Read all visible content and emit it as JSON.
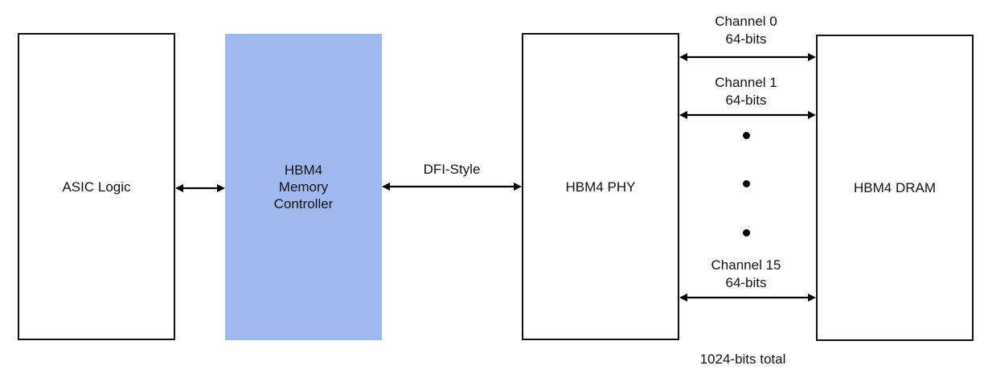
{
  "blocks": {
    "asic": {
      "label": "ASIC Logic"
    },
    "memory_controller": {
      "lines": [
        "HBM4",
        "Memory",
        "Controller"
      ]
    },
    "phy": {
      "label": "HBM4 PHY"
    },
    "dram": {
      "label": "HBM4 DRAM"
    }
  },
  "interfaces": {
    "mc_to_phy": "DFI-Style"
  },
  "channels": [
    {
      "name": "Channel 0",
      "width": "64-bits"
    },
    {
      "name": "Channel 1",
      "width": "64-bits"
    },
    {
      "name": "Channel 15",
      "width": "64-bits"
    }
  ],
  "total": "1024-bits total",
  "colors": {
    "memory_controller_fill": "#9fb9ee",
    "border": "#111111",
    "arrow": "#000000"
  },
  "icons": {
    "arrow": "double-headed-arrow",
    "ellipsis": "vertical-dots"
  }
}
